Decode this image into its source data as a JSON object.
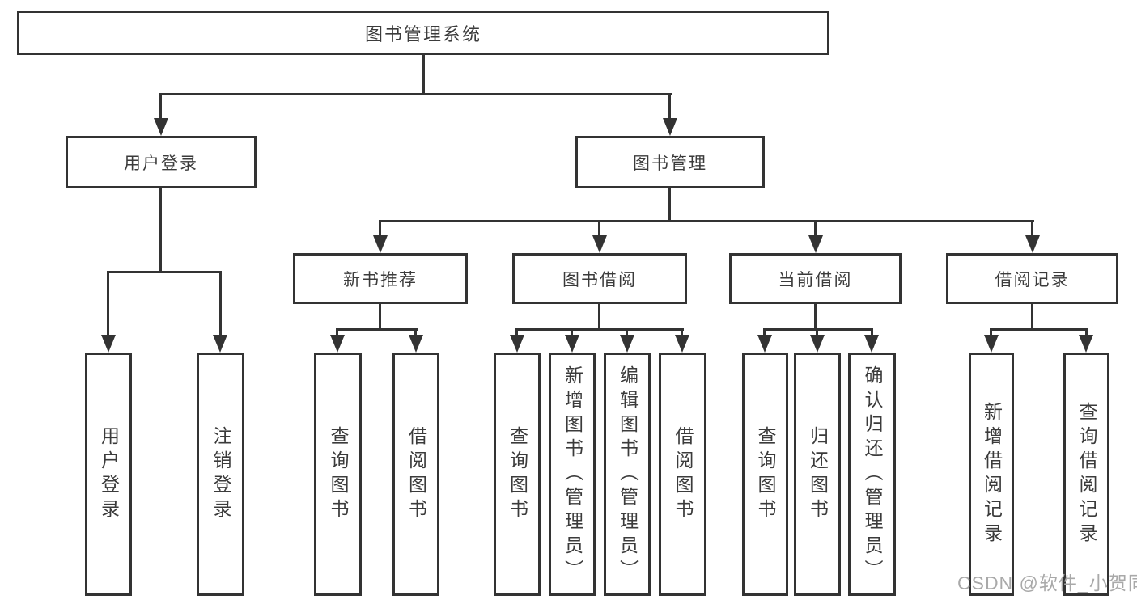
{
  "diagram": {
    "root": "图书管理系统",
    "level2": [
      {
        "label": "用户登录"
      },
      {
        "label": "图书管理"
      }
    ],
    "level3": [
      {
        "label": "新书推荐"
      },
      {
        "label": "图书借阅"
      },
      {
        "label": "当前借阅"
      },
      {
        "label": "借阅记录"
      }
    ],
    "leaves": [
      {
        "label": "用户登录"
      },
      {
        "label": "注销登录"
      },
      {
        "label": "查询图书"
      },
      {
        "label": "借阅图书"
      },
      {
        "label": "查询图书"
      },
      {
        "label": "新增图书（管理员）"
      },
      {
        "label": "编辑图书（管理员）"
      },
      {
        "label": "借阅图书"
      },
      {
        "label": "查询图书"
      },
      {
        "label": "归还图书"
      },
      {
        "label": "确认归还（管理员）"
      },
      {
        "label": "新增借阅记录"
      },
      {
        "label": "查询借阅记录"
      }
    ],
    "watermark": "CSDN @软件_小贺同学",
    "colors": {
      "line": "#333333",
      "text": "#3b3b3b",
      "background": "#ffffff",
      "watermark": "#a9a9a9"
    }
  }
}
